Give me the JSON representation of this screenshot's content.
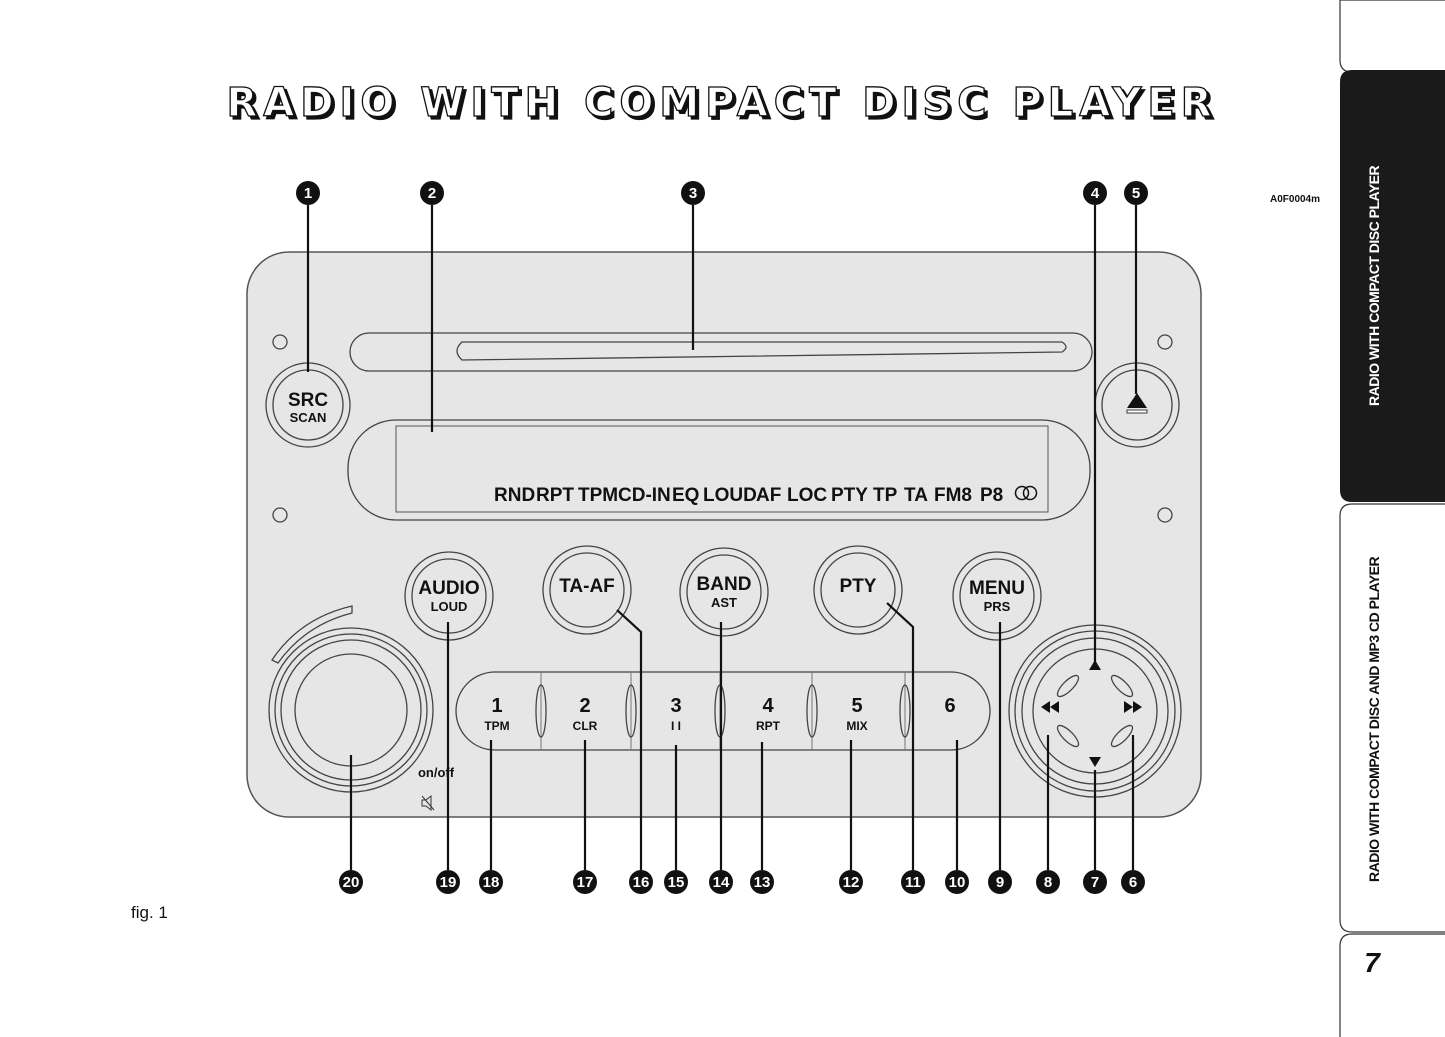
{
  "page": {
    "title": "RADIO WITH COMPACT DISC PLAYER",
    "figure_code": "A0F0004m",
    "figure_caption": "fig. 1",
    "page_number": "7"
  },
  "side_tabs": [
    {
      "label": "RADIO WITH COMPACT DISC PLAYER",
      "active": true
    },
    {
      "label": "RADIO WITH COMPACT DISC AND MP3 CD PLAYER",
      "active": false
    }
  ],
  "radio": {
    "src_button": {
      "main": "SRC",
      "sub": "SCAN"
    },
    "display_indicators": [
      "RND",
      "RPT",
      "TPM",
      "CD-IN",
      "EQ",
      "LOUD",
      "AF",
      "LOC",
      "PTY",
      "TP",
      "TA",
      "FM8",
      "P8"
    ],
    "buttons": [
      {
        "main": "AUDIO",
        "sub": "LOUD"
      },
      {
        "main": "TA-AF",
        "sub": ""
      },
      {
        "main": "BAND",
        "sub": "AST"
      },
      {
        "main": "PTY",
        "sub": ""
      },
      {
        "main": "MENU",
        "sub": "PRS"
      }
    ],
    "presets": [
      {
        "num": "1",
        "sub": "TPM"
      },
      {
        "num": "2",
        "sub": "CLR"
      },
      {
        "num": "3",
        "sub": "I I"
      },
      {
        "num": "4",
        "sub": "RPT"
      },
      {
        "num": "5",
        "sub": "MIX"
      },
      {
        "num": "6",
        "sub": ""
      }
    ],
    "knob_label": "on/off"
  },
  "callouts": [
    "1",
    "2",
    "3",
    "4",
    "5",
    "20",
    "19",
    "18",
    "17",
    "16",
    "15",
    "14",
    "13",
    "12",
    "11",
    "10",
    "9",
    "8",
    "7",
    "6"
  ],
  "colors": {
    "panel": "#e6e6e6",
    "tab_active": "#1a1a1a",
    "ink": "#111111"
  }
}
